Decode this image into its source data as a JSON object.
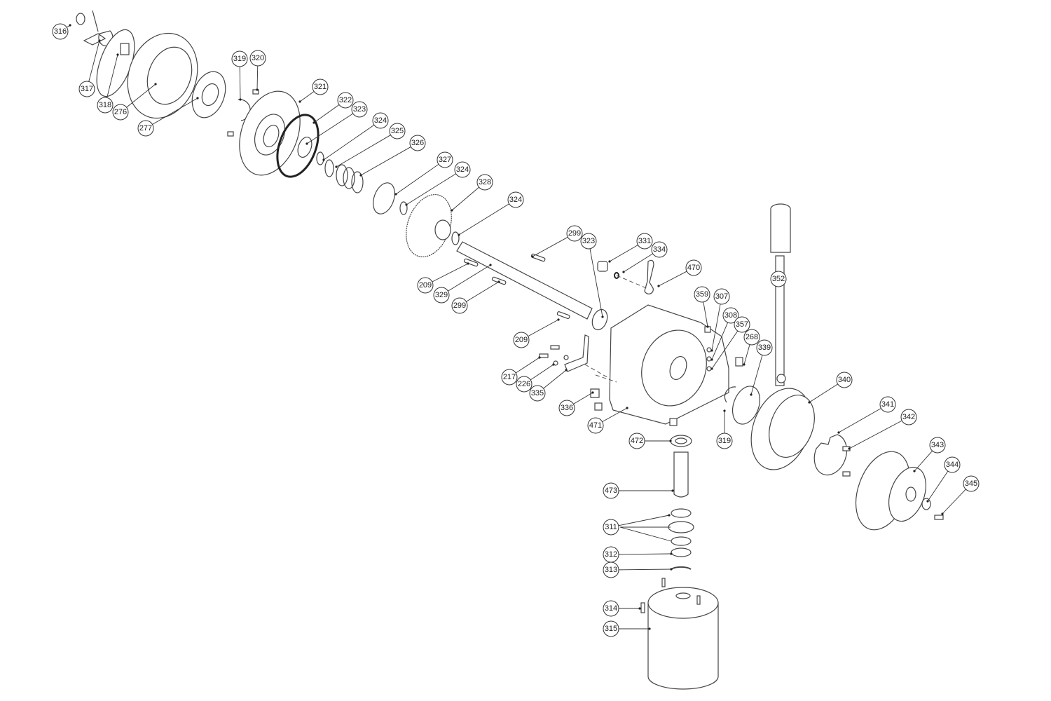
{
  "diagram": {
    "type": "exploded parts diagram",
    "callouts": [
      {
        "label": "316"
      },
      {
        "label": "317"
      },
      {
        "label": "318"
      },
      {
        "label": "276"
      },
      {
        "label": "277"
      },
      {
        "label": "319"
      },
      {
        "label": "320"
      },
      {
        "label": "321"
      },
      {
        "label": "322"
      },
      {
        "label": "323"
      },
      {
        "label": "324"
      },
      {
        "label": "325"
      },
      {
        "label": "326"
      },
      {
        "label": "327"
      },
      {
        "label": "324"
      },
      {
        "label": "328"
      },
      {
        "label": "324"
      },
      {
        "label": "299"
      },
      {
        "label": "323"
      },
      {
        "label": "331"
      },
      {
        "label": "334"
      },
      {
        "label": "470"
      },
      {
        "label": "352"
      },
      {
        "label": "209"
      },
      {
        "label": "329"
      },
      {
        "label": "299"
      },
      {
        "label": "359"
      },
      {
        "label": "307"
      },
      {
        "label": "308"
      },
      {
        "label": "357"
      },
      {
        "label": "268"
      },
      {
        "label": "339"
      },
      {
        "label": "209"
      },
      {
        "label": "217"
      },
      {
        "label": "226"
      },
      {
        "label": "335"
      },
      {
        "label": "336"
      },
      {
        "label": "471"
      },
      {
        "label": "319"
      },
      {
        "label": "340"
      },
      {
        "label": "341"
      },
      {
        "label": "342"
      },
      {
        "label": "343"
      },
      {
        "label": "344"
      },
      {
        "label": "345"
      },
      {
        "label": "472"
      },
      {
        "label": "473"
      },
      {
        "label": "311"
      },
      {
        "label": "312"
      },
      {
        "label": "313"
      },
      {
        "label": "314"
      },
      {
        "label": "315"
      }
    ]
  }
}
